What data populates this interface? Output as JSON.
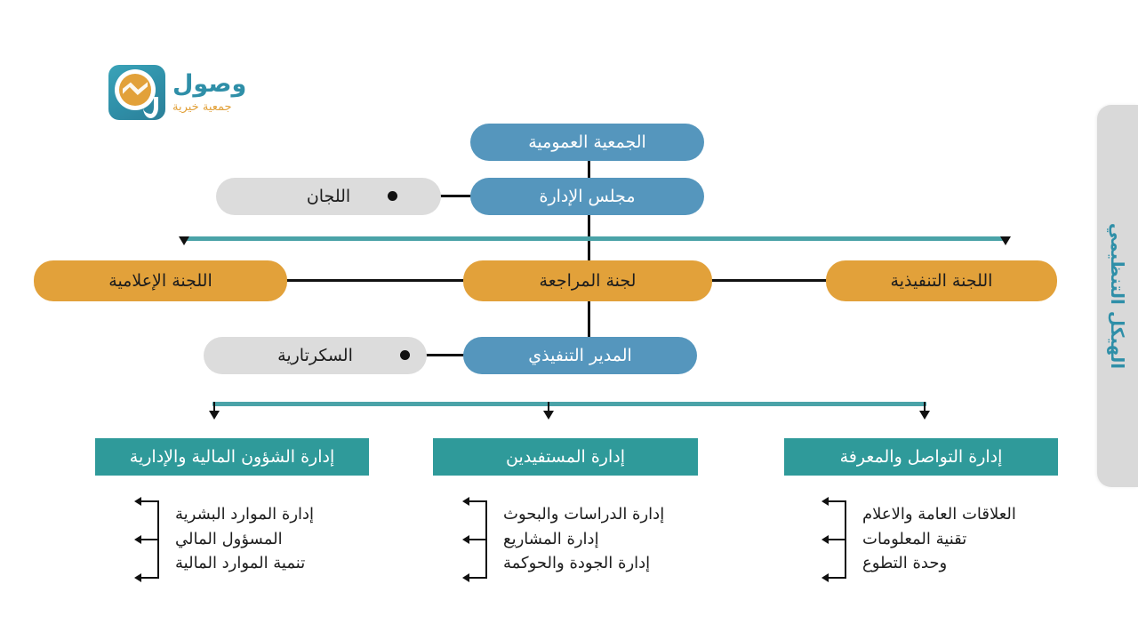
{
  "page": {
    "language": "ar",
    "direction": "rtl",
    "background": "#ffffff"
  },
  "logo": {
    "title": "وصول",
    "subtitle": "جمعية خيرية",
    "title_color": "#2f8fa8",
    "subtitle_color": "#e2a13a",
    "mark_color": "#2f8fa8"
  },
  "side_tab": {
    "label": "الهيكل التنظيمي",
    "background": "#d9d9d9",
    "text_color": "#2f8fa8"
  },
  "colors": {
    "blue": "#5596bd",
    "orange": "#e2a13a",
    "gray": "#dcdcdc",
    "teal": "#2f9a9a",
    "connector_teal": "#4aa3a8",
    "line_black": "#111111"
  },
  "chart_data": {
    "type": "diagram",
    "title": "الهيكل التنظيمي",
    "levels": [
      {
        "name": "general-assembly",
        "nodes": [
          {
            "label": "الجمعية العمومية",
            "style": "blue-pill"
          }
        ]
      },
      {
        "name": "board",
        "nodes": [
          {
            "label": "مجلس الإدارة",
            "style": "blue-pill"
          },
          {
            "label": "اللجان",
            "style": "gray-pill"
          }
        ]
      },
      {
        "name": "committees",
        "nodes": [
          {
            "label": "اللجنة الإعلامية",
            "style": "orange-pill"
          },
          {
            "label": "لجنة المراجعة",
            "style": "orange-pill"
          },
          {
            "label": "اللجنة التنفيذية",
            "style": "orange-pill"
          }
        ]
      },
      {
        "name": "executive",
        "nodes": [
          {
            "label": "المدير التنفيذي",
            "style": "blue-pill"
          },
          {
            "label": "السكرتارية",
            "style": "gray-pill"
          }
        ]
      },
      {
        "name": "departments",
        "nodes": [
          {
            "label": "إدارة الشؤون المالية والإدارية",
            "style": "teal-box"
          },
          {
            "label": "إدارة المستفيدين",
            "style": "teal-box"
          },
          {
            "label": "إدارة التواصل والمعرفة",
            "style": "teal-box"
          }
        ]
      }
    ],
    "sub_units": [
      {
        "parent": "إدارة الشؤون المالية والإدارية",
        "items": [
          "إدارة الموارد البشرية",
          "المسؤول المالي",
          "تنمية الموارد المالية"
        ]
      },
      {
        "parent": "إدارة المستفيدين",
        "items": [
          "إدارة الدراسات والبحوث",
          "إدارة المشاريع",
          "إدارة الجودة والحوكمة"
        ]
      },
      {
        "parent": "إدارة التواصل والمعرفة",
        "items": [
          "العلاقات العامة والاعلام",
          "تقنية المعلومات",
          "وحدة التطوع"
        ]
      }
    ]
  },
  "nodes": {
    "general_assembly": "الجمعية العمومية",
    "board": "مجلس الإدارة",
    "committees_side": "اللجان",
    "media_committee": "اللجنة الإعلامية",
    "audit_committee": "لجنة المراجعة",
    "executive_committee": "اللجنة التنفيذية",
    "executive_director": "المدير التنفيذي",
    "secretariat": "السكرتارية",
    "dept_finance": "إدارة الشؤون المالية والإدارية",
    "dept_beneficiaries": "إدارة المستفيدين",
    "dept_communication": "إدارة التواصل والمعرفة"
  },
  "sub_finance": {
    "i0": "إدارة الموارد البشرية",
    "i1": "المسؤول المالي",
    "i2": "تنمية الموارد المالية"
  },
  "sub_beneficiaries": {
    "i0": "إدارة الدراسات والبحوث",
    "i1": "إدارة المشاريع",
    "i2": "إدارة الجودة والحوكمة"
  },
  "sub_communication": {
    "i0": "العلاقات العامة والاعلام",
    "i1": "تقنية المعلومات",
    "i2": "وحدة التطوع"
  }
}
